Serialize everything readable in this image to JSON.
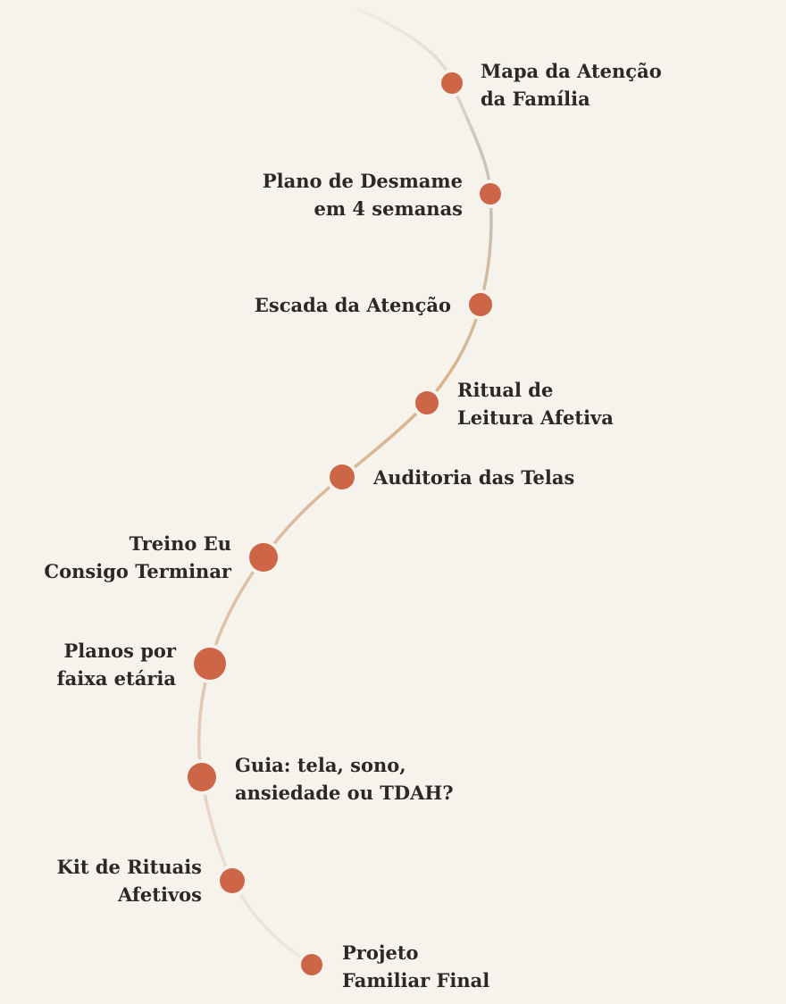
{
  "colors": {
    "background": "#f6f2ec",
    "dot": "#cd6647",
    "text": "#2c2824",
    "path_top": "#c9c5b8",
    "path_mid": "#d8b48c",
    "path_bottom": "#eadbd0"
  },
  "stops": [
    {
      "label": "Mapa da Atenção\nda Família"
    },
    {
      "label": "Plano de Desmame\nem 4 semanas"
    },
    {
      "label": "Escada da Atenção"
    },
    {
      "label": "Ritual de\nLeitura Afetiva"
    },
    {
      "label": "Auditoria das Telas"
    },
    {
      "label": "Treino Eu\nConsigo Terminar"
    },
    {
      "label": "Planos por\nfaixa etária"
    },
    {
      "label": "Guia: tela, sono,\nansiedade ou TDAH?"
    },
    {
      "label": "Kit de Rituais\nAfetivos"
    },
    {
      "label": "Projeto\nFamiliar Final"
    }
  ]
}
